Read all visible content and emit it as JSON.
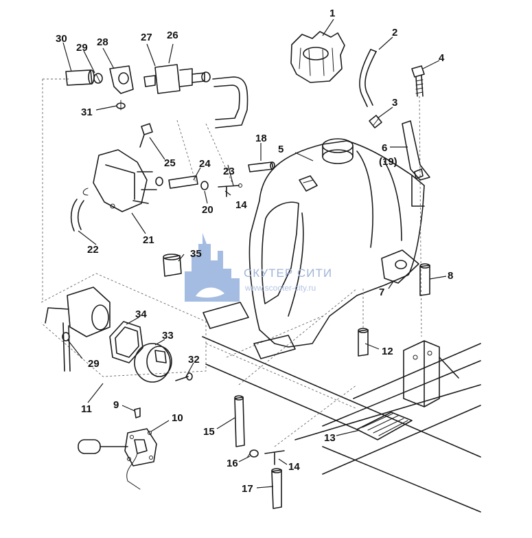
{
  "diagram": {
    "labels": {
      "p1": "1",
      "p2": "2",
      "p3": "3",
      "p4": "4",
      "p5": "5",
      "p6": "6",
      "p6alt": "(19)",
      "p7": "7",
      "p8": "8",
      "p9": "9",
      "p10": "10",
      "p11": "11",
      "p12": "12",
      "p13": "13",
      "p14a": "14",
      "p14b": "14",
      "p15": "15",
      "p16": "16",
      "p17": "17",
      "p18": "18",
      "p20": "20",
      "p21": "21",
      "p22": "22",
      "p23": "23",
      "p24": "24",
      "p25": "25",
      "p26": "26",
      "p27": "27",
      "p28": "28",
      "p29a": "29",
      "p29b": "29",
      "p30": "30",
      "p31": "31",
      "p32": "32",
      "p33": "33",
      "p34": "34",
      "p35": "35"
    },
    "watermark": {
      "name": "СКУТЕР СИТИ",
      "url": "www.scooter-city.ru",
      "color": "#5b86c9"
    }
  }
}
